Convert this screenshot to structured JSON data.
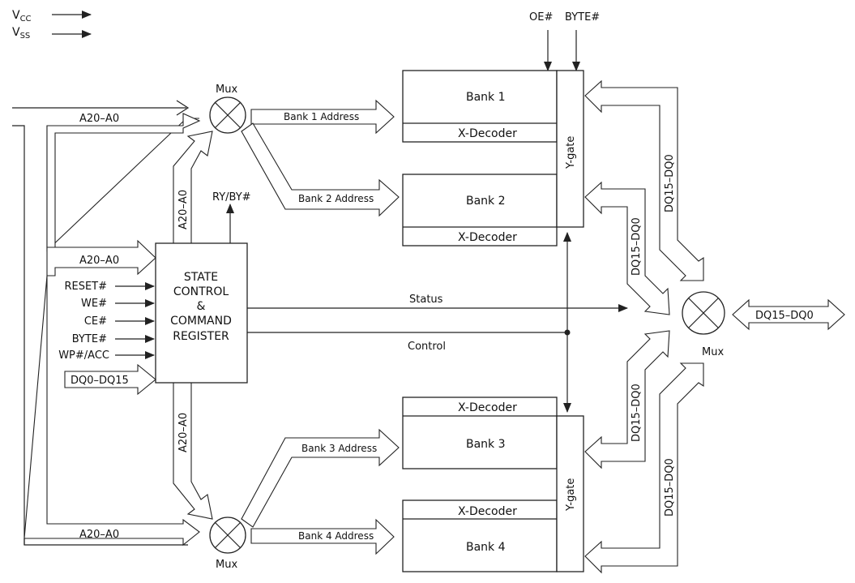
{
  "power": {
    "vcc_main": "V",
    "vcc_sub": "CC",
    "vss_main": "V",
    "vss_sub": "SS"
  },
  "control_inputs": {
    "oe": "OE#",
    "byte_top": "BYTE#"
  },
  "mux": {
    "top": "Mux",
    "bottom": "Mux",
    "right": "Mux"
  },
  "address": {
    "a_top": "A20–A0",
    "a_mid": "A20–A0",
    "a_bottom": "A20–A0",
    "a_vert_up": "A20–A0",
    "a_vert_down": "A20–A0"
  },
  "bank_address": {
    "b1": "Bank 1 Address",
    "b2": "Bank 2 Address",
    "b3": "Bank 3 Address",
    "b4": "Bank 4 Address"
  },
  "banks": {
    "b1": "Bank 1",
    "b2": "Bank 2",
    "b3": "Bank 3",
    "b4": "Bank 4",
    "xdec1": "X-Decoder",
    "xdec2": "X-Decoder",
    "xdec3": "X-Decoder",
    "xdec4": "X-Decoder",
    "ygate_top": "Y-gate",
    "ygate_bottom": "Y-gate"
  },
  "state_control": {
    "line1": "STATE",
    "line2": "CONTROL",
    "line3": "&",
    "line4": "COMMAND",
    "line5": "REGISTER",
    "rdy": "RY/BY#"
  },
  "pins": {
    "reset": "RESET#",
    "we": "WE#",
    "ce": "CE#",
    "byte": "BYTE#",
    "wp": "WP#/ACC",
    "dq_in": "DQ0–DQ15"
  },
  "signals": {
    "status": "Status",
    "control": "Control"
  },
  "data_bus": {
    "d1": "DQ15–DQ0",
    "d2": "DQ15–DQ0",
    "d3": "DQ15–DQ0",
    "d4": "DQ15–DQ0",
    "out": "DQ15–DQ0"
  }
}
